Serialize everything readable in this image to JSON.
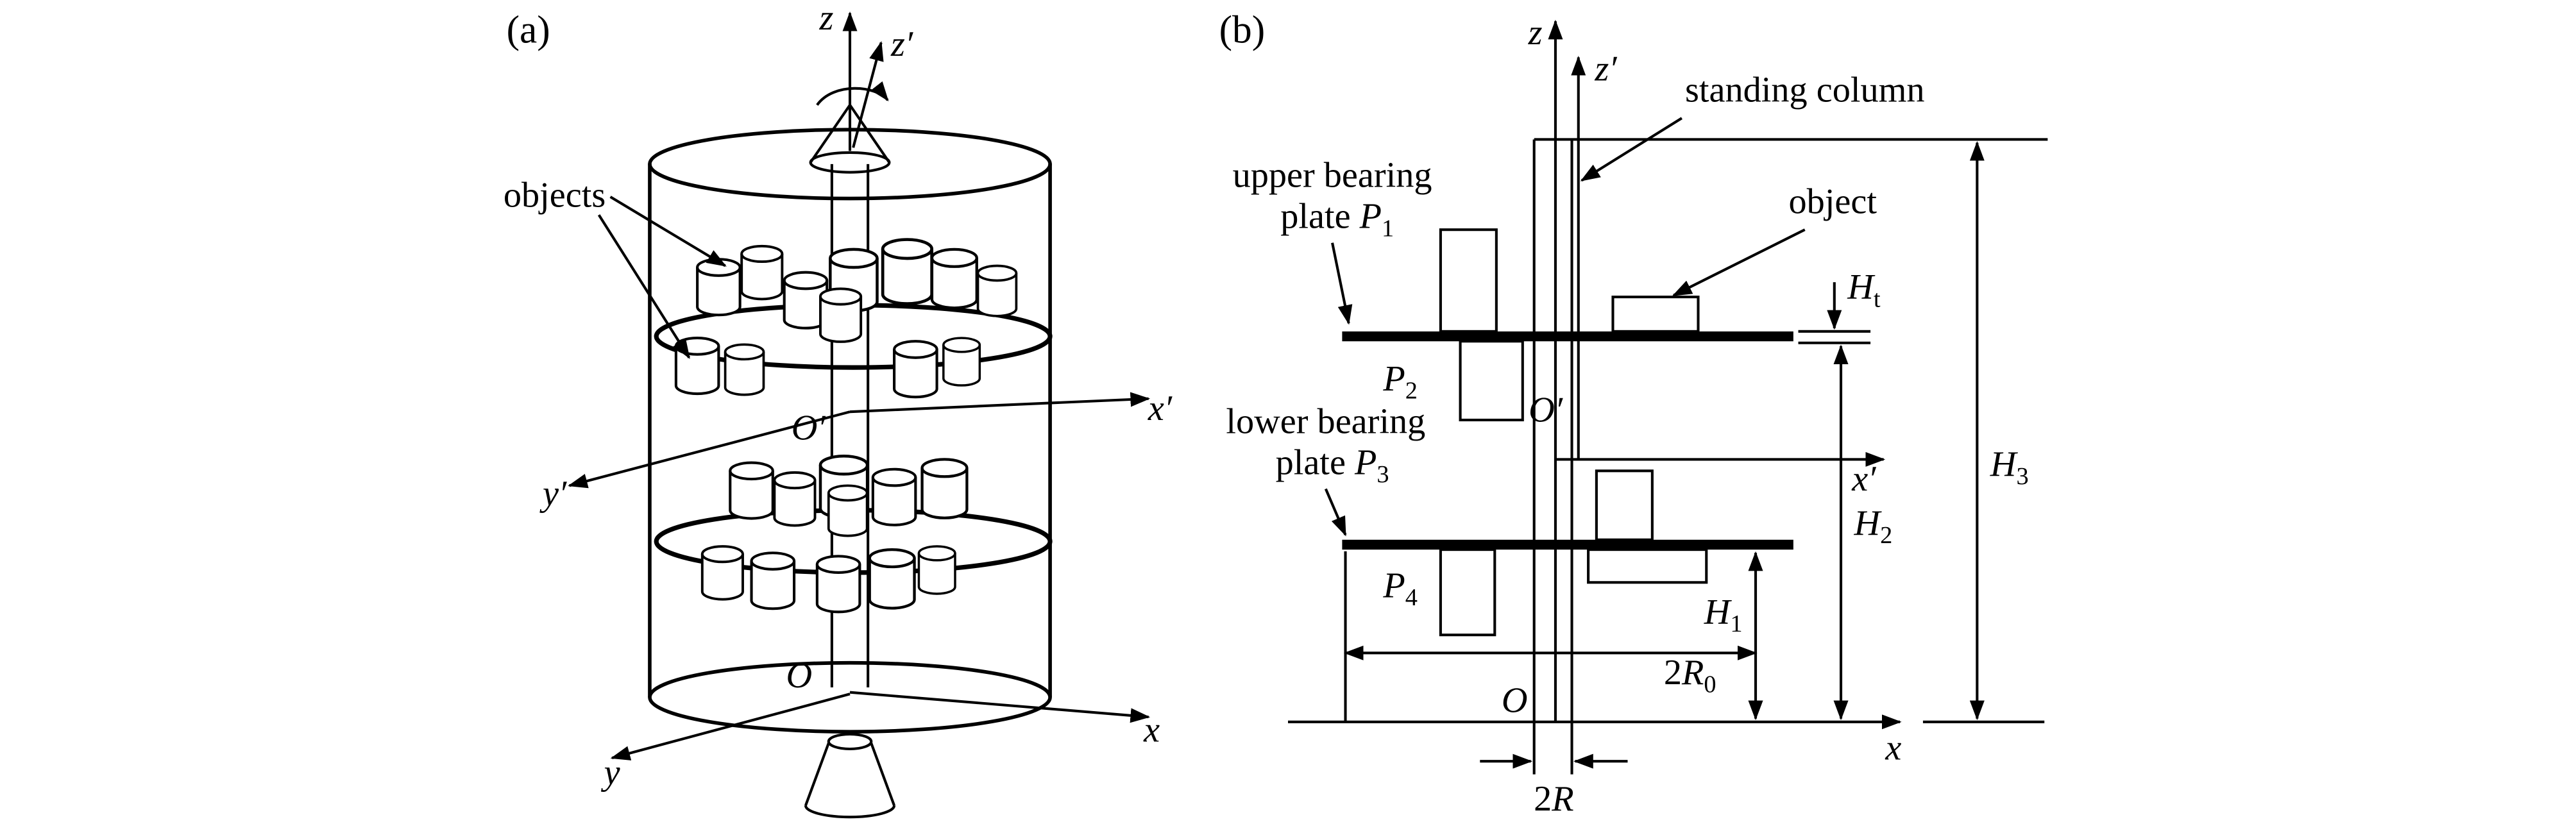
{
  "panel_a": {
    "tag": "(a)",
    "labels": {
      "z": "z",
      "z_prime": "z′",
      "objects": "objects",
      "o_prime": "O′",
      "x_prime": "x′",
      "y_prime": "y′",
      "o": "O",
      "x": "x",
      "y": "y"
    }
  },
  "panel_b": {
    "tag": "(b)",
    "labels": {
      "z": "z",
      "z_prime": "z′",
      "standing_column": "standing column",
      "object": "object",
      "upper_bearing": "upper bearing",
      "plate_word": "plate ",
      "lower_bearing": "lower bearing",
      "o_prime": "O′",
      "x_prime": "x′",
      "o": "O",
      "x": "x"
    },
    "symbols": {
      "p1": {
        "main": "P",
        "sub": "1"
      },
      "p2": {
        "main": "P",
        "sub": "2"
      },
      "p3": {
        "main": "P",
        "sub": "3"
      },
      "p4": {
        "main": "P",
        "sub": "4"
      },
      "ht": {
        "main": "H",
        "sub": "t"
      },
      "h1": {
        "main": "H",
        "sub": "1"
      },
      "h2": {
        "main": "H",
        "sub": "2"
      },
      "h3": {
        "main": "H",
        "sub": "3"
      },
      "r0": {
        "pre": "2",
        "main": "R",
        "sub": "0"
      },
      "r": {
        "pre": "2",
        "main": "R"
      }
    }
  }
}
